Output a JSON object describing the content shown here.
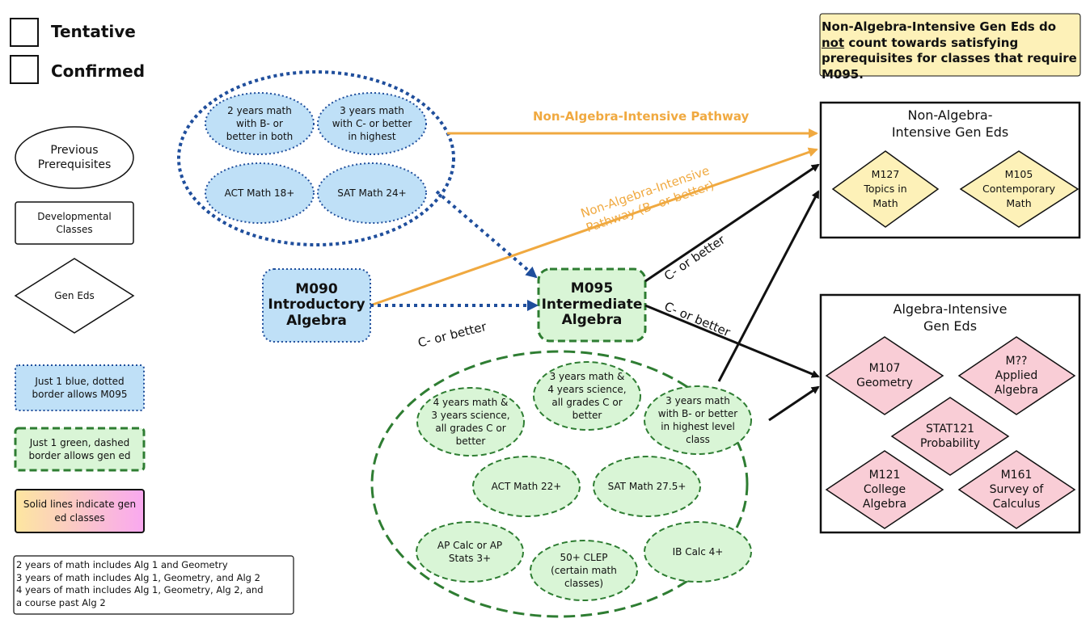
{
  "legend": {
    "tentative": "Tentative",
    "confirmed": "Confirmed",
    "previous_prereqs": "Previous Prerequisites",
    "developmental": "Developmental Classes",
    "gen_eds": "Gen Eds",
    "blue_dotted": "Just 1 blue, dotted border allows M095",
    "green_dashed": "Just 1 green, dashed border allows gen ed",
    "solid_lines": "Solid lines indicate gen ed classes",
    "math_years_note": [
      "2 years of math includes Alg 1 and Geometry",
      "3 years of math includes Alg 1, Geometry, and Alg 2",
      "4 years of math includes Alg 1, Geometry, Alg 2, and",
      "a course past Alg 2"
    ]
  },
  "note": {
    "before": "Non-Algebra-Intensive Gen Eds do ",
    "underlined": "not",
    "after": " count towards satisfying prerequisites for classes that require M095."
  },
  "blue_prereqs": [
    "2 years math with B- or better in both",
    "3 years math with C- or better in highest",
    "ACT Math 18+",
    "SAT Math 24+"
  ],
  "green_prereqs": [
    "4 years math & 3 years science, all grades C or better",
    "3 years math & 4 years science, all grades C or better",
    "3 years math with B- or better in highest level class",
    "ACT Math 22+",
    "SAT Math 27.5+",
    "AP Calc or AP Stats 3+",
    "50+ CLEP (certain math classes)",
    "IB Calc 4+"
  ],
  "courses": {
    "m090": "M090 Introductory Algebra",
    "m095": "M095 Intermediate Algebra"
  },
  "edge_labels": {
    "nai_pathway": "Non-Algebra-Intensive Pathway",
    "nai_pathway_b": "Non-Algebra-Intensive Pathway (B- or better)",
    "c_or_better_1": "C- or better",
    "c_or_better_2": "C- or better",
    "c_or_better_3": "C- or better"
  },
  "nai_box": {
    "title": "Non-Algebra-Intensive Gen Eds",
    "courses": [
      "M127 Topics in Math",
      "M105 Contemporary Math"
    ]
  },
  "ai_box": {
    "title": "Algebra-Intensive Gen Eds",
    "courses": [
      "M107 Geometry",
      "M?? Applied Algebra",
      "STAT121 Probability",
      "M121 College Algebra",
      "M161 Survey of Calculus"
    ]
  },
  "colors": {
    "blue_fill": "#bfe0f7",
    "blue_border": "#1f4e9c",
    "green_fill": "#d9f5d6",
    "green_border": "#2e7d32",
    "orange_line": "#f0a940",
    "yellow_fill": "#fdf1b8",
    "pink_fill": "#f9cdd6",
    "note_fill": "#fdf1b8"
  }
}
